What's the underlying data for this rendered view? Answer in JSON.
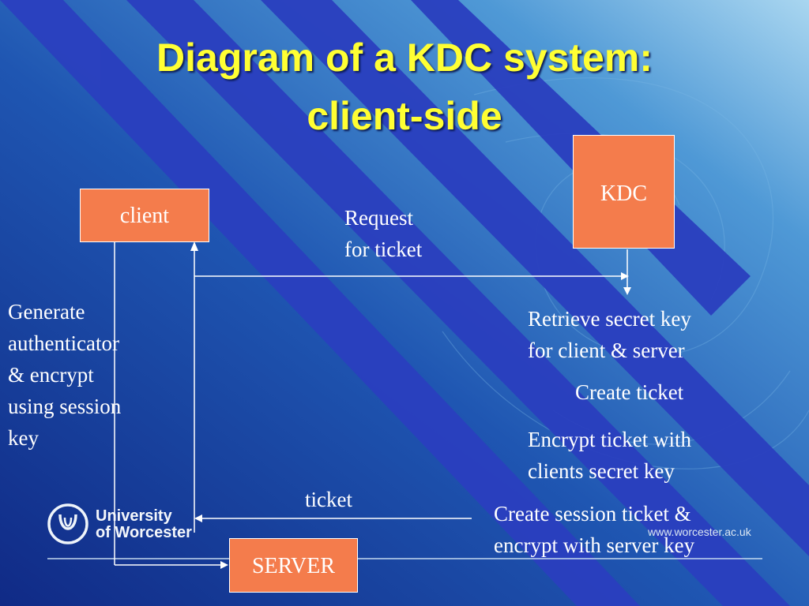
{
  "slide": {
    "title_line1": "Diagram of a KDC system:",
    "title_line2": "client-side"
  },
  "nodes": {
    "client": "client",
    "kdc": "KDC",
    "server": "SERVER"
  },
  "labels": {
    "request_line1": "Request",
    "request_line2": "for ticket",
    "generate_lines": [
      "Generate",
      "authenticator",
      "& encrypt",
      "using session",
      "key"
    ],
    "retrieve_line1": "Retrieve secret key",
    "retrieve_line2": "for client & server",
    "create_ticket": "Create ticket",
    "encrypt_line1": "Encrypt ticket with",
    "encrypt_line2": "clients secret key",
    "ticket": "ticket",
    "session_line1": "Create session ticket &",
    "session_line2": "encrypt with server key"
  },
  "branding": {
    "logo_line1": "University",
    "logo_line2": "of Worcester",
    "url": "www.worcester.ac.uk"
  },
  "colors": {
    "title": "#ffff33",
    "box_fill": "#f47c4c",
    "stripe": "#2a3fbf",
    "background_dark": "#12308f",
    "background_light": "#5aa4dc"
  }
}
